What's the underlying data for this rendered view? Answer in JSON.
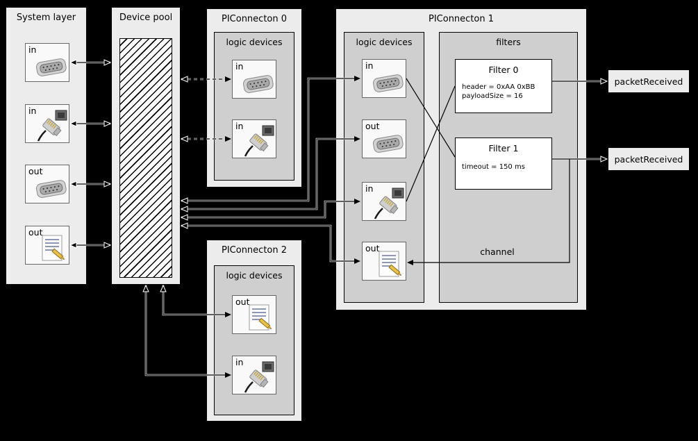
{
  "colors": {
    "background": "#000000",
    "panel": "#ececec",
    "inner_panel": "#cfcfcf",
    "node": "#ffffff"
  },
  "system_layer": {
    "title": "System layer",
    "devices": [
      {
        "label": "in",
        "icon": "serial-port-icon"
      },
      {
        "label": "in",
        "icon": "ethernet-icon"
      },
      {
        "label": "out",
        "icon": "serial-port-icon"
      },
      {
        "label": "out",
        "icon": "file-icon"
      }
    ]
  },
  "device_pool": {
    "title": "Device pool"
  },
  "piconnecton0": {
    "title": "PIConnecton 0",
    "group_label": "logic devices",
    "devices": [
      {
        "label": "in",
        "icon": "serial-port-icon"
      },
      {
        "label": "in",
        "icon": "ethernet-icon"
      }
    ]
  },
  "piconnecton1": {
    "title": "PIConnecton 1",
    "group_label": "logic devices",
    "filters_label": "filters",
    "channel_label": "channel",
    "devices": [
      {
        "label": "in",
        "icon": "serial-port-icon"
      },
      {
        "label": "out",
        "icon": "serial-port-icon"
      },
      {
        "label": "in",
        "icon": "ethernet-icon"
      },
      {
        "label": "out",
        "icon": "file-icon"
      }
    ],
    "filters": [
      {
        "title": "Filter 0",
        "lines": [
          "header = 0xAA 0xBB",
          "payloadSize = 16"
        ]
      },
      {
        "title": "Filter 1",
        "lines": [
          "timeout = 150 ms"
        ]
      }
    ]
  },
  "piconnecton2": {
    "title": "PIConnecton 2",
    "group_label": "logic devices",
    "devices": [
      {
        "label": "out",
        "icon": "file-icon"
      },
      {
        "label": "in",
        "icon": "ethernet-icon"
      }
    ]
  },
  "outputs": [
    {
      "label": "packetReceived"
    },
    {
      "label": "packetReceived"
    }
  ]
}
